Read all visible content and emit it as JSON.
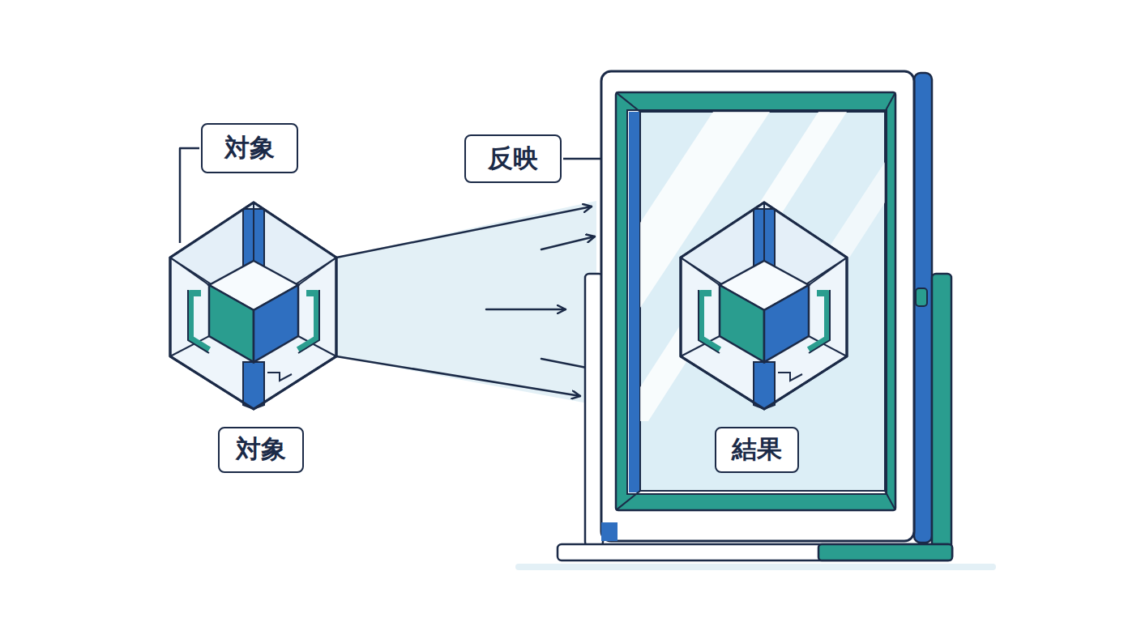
{
  "diagram": {
    "nodes": [
      {
        "text": [
          "対象"
        ]
      },
      {
        "text": [
          "反映"
        ]
      },
      {
        "text": [
          "対象"
        ]
      },
      {
        "text": [
          "結果"
        ]
      }
    ]
  }
}
